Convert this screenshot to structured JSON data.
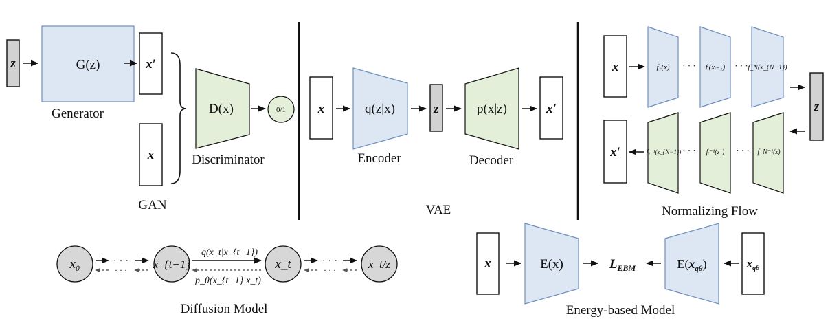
{
  "gan": {
    "input": "z",
    "generator_box": "G(z)",
    "generator_caption": "Generator",
    "fake_sample": "x′",
    "real_sample": "x",
    "discriminator_box": "D(x)",
    "discriminator_caption": "Discriminator",
    "output": "0/1",
    "section_title": "GAN"
  },
  "vae": {
    "input": "x",
    "encoder_box": "q(z|x)",
    "encoder_caption": "Encoder",
    "latent": "z",
    "decoder_box": "p(x|z)",
    "decoder_caption": "Decoder",
    "output": "x′",
    "section_title": "VAE"
  },
  "flow": {
    "input": "x",
    "forward": [
      "f₁(x)",
      "fᵢ(xᵢ₋₁)",
      "f_N(x_{N−1})"
    ],
    "latent": "z",
    "output": "x′",
    "inverse": [
      "f₁⁻¹(z_{N−1})",
      "fᵢ⁻¹(z₁)",
      "f_N⁻¹(z)"
    ],
    "dots": "· · ·",
    "section_title": "Normalizing Flow"
  },
  "diffusion": {
    "states": [
      "x₀",
      "x_{t−1}",
      "x_t",
      "x_t/z"
    ],
    "forward_label": "q(x_t|x_{t−1})",
    "reverse_label": "p_θ(x_{t−1}|x_t)",
    "section_title": "Diffusion Model"
  },
  "ebm": {
    "input": "x",
    "energy_box": "E(x)",
    "loss": "L_EBM",
    "energy_box_q": "E(x_qθ)",
    "input_q": "x_qθ",
    "section_title": "Energy-based Model"
  },
  "colors": {
    "blue_fill": "#dce7f3",
    "green_fill": "#e3efd8",
    "gray_fill": "#d2d2d2"
  }
}
